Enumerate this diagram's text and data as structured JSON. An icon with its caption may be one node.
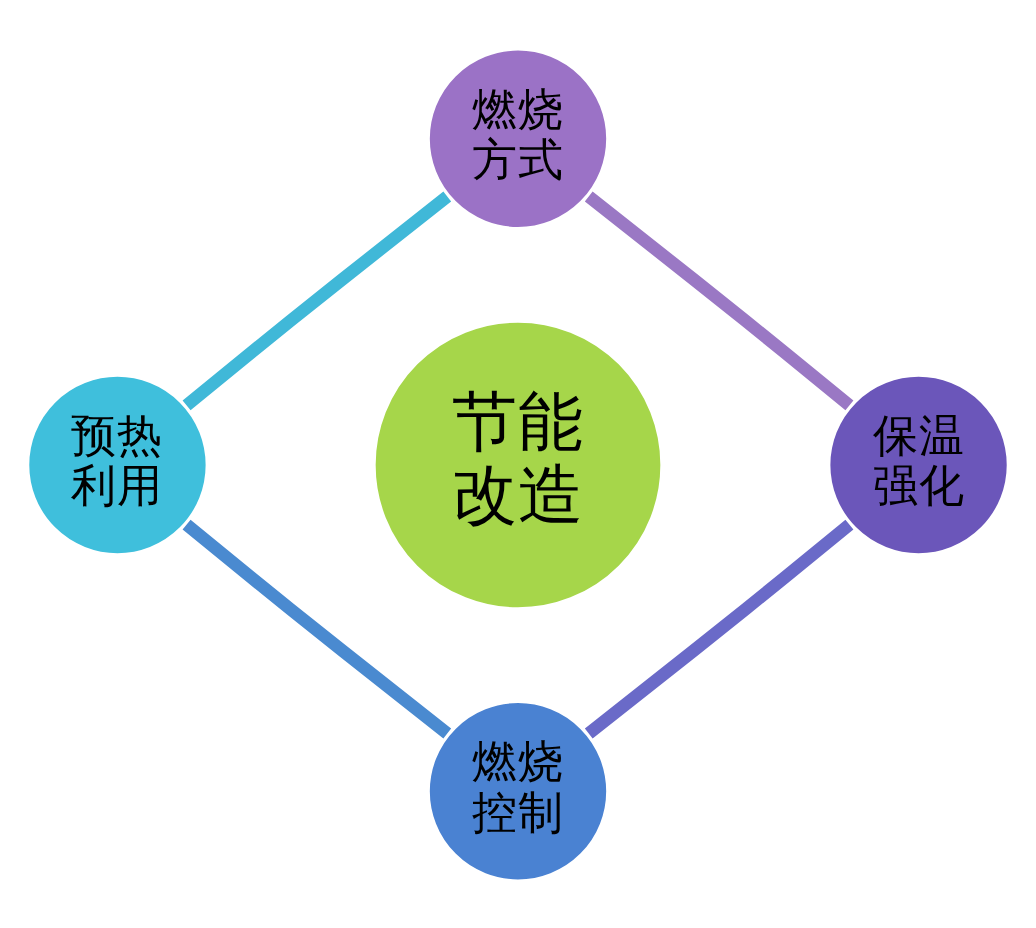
{
  "diagram": {
    "nodes": [
      {
        "text": [
          "燃烧方式"
        ]
      },
      {
        "text": [
          "预热利用"
        ]
      },
      {
        "text": [
          "节能改造"
        ]
      },
      {
        "text": [
          "保温强化"
        ]
      },
      {
        "text": [
          "燃烧控制"
        ]
      }
    ],
    "edges": [
      {
        "from": 0,
        "to": 3,
        "arrow": "none",
        "color": "#9a78c4"
      },
      {
        "from": 3,
        "to": 4,
        "arrow": "none",
        "color": "#6a6ac8"
      },
      {
        "from": 4,
        "to": 1,
        "arrow": "none",
        "color": "#4a8ad0"
      },
      {
        "from": 1,
        "to": 0,
        "arrow": "none",
        "color": "#40b8d8"
      }
    ]
  }
}
